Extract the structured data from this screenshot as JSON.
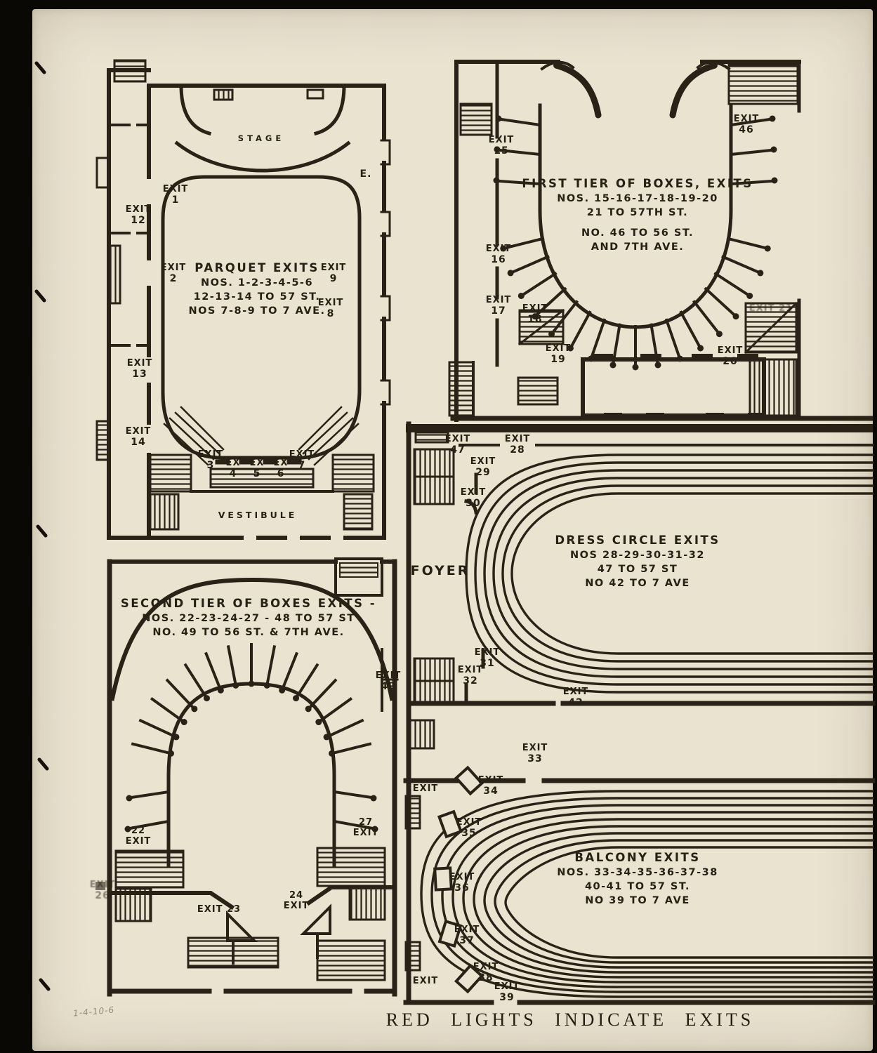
{
  "plans": {
    "parquet": {
      "title": "Parquet Exits",
      "lines": [
        "Nos. 1-2-3-4-5-6",
        "12-13-14 To 57 St.",
        "Nos 7-8-9 To 7 Ave."
      ],
      "stage": "Stage",
      "vestibule": "Vestibule",
      "door_label": "E.",
      "exits": {
        "e1": [
          "Exit",
          "1"
        ],
        "e2": [
          "Exit",
          "2"
        ],
        "e3": [
          "Exit",
          "3"
        ],
        "e4": [
          "Ex",
          "4"
        ],
        "e5": [
          "Ex",
          "5"
        ],
        "e6": [
          "Ex",
          "6"
        ],
        "e7": [
          "Exit",
          "7"
        ],
        "e8": [
          "Exit",
          "8"
        ],
        "e9": [
          "Exit",
          "9"
        ],
        "e12": [
          "Exit",
          "12"
        ],
        "e13": [
          "Exit",
          "13"
        ],
        "e14": [
          "Exit",
          "14"
        ]
      }
    },
    "first_tier": {
      "title": "First Tier of Boxes, Exits",
      "lines": [
        "Nos. 15-16-17-18-19-20",
        "21 To 57th St.",
        "No. 46 To 56 St.",
        "and 7th Ave."
      ],
      "exits": {
        "e15": [
          "Exit",
          "15"
        ],
        "e16": [
          "Exit",
          "16"
        ],
        "e17": [
          "Exit",
          "17"
        ],
        "e18": [
          "Exit",
          "18"
        ],
        "e19": [
          "Exit",
          "19"
        ],
        "e20": [
          "Exit",
          "20"
        ],
        "e21": "Exit 21",
        "e46": [
          "Exit",
          "46"
        ]
      }
    },
    "dress_circle": {
      "title": "Dress Circle Exits",
      "lines": [
        "Nos 28-29-30-31-32",
        "47 To 57 St",
        "No 42 To 7 Ave"
      ],
      "foyer": "Foyer",
      "exits": {
        "e28": [
          "Exit",
          "28"
        ],
        "e29": [
          "Exit",
          "29"
        ],
        "e30": [
          "Exit",
          "30"
        ],
        "e31": [
          "Exit",
          "31"
        ],
        "e32": [
          "Exit",
          "32"
        ],
        "e42": [
          "Exit",
          "42"
        ],
        "e47": [
          "Exit",
          "47"
        ]
      }
    },
    "second_tier": {
      "title": "Second Tier of Boxes Exits -",
      "lines": [
        "Nos. 22-23-24-27 - 48 To 57 St",
        "No. 49 To 56 St. & 7th Ave."
      ],
      "exits": {
        "e22": [
          "22",
          "Exit"
        ],
        "e23": "Exit 23",
        "e24": [
          "24",
          "Exit"
        ],
        "e26": [
          "Exit",
          "26"
        ],
        "e27": [
          "27",
          "Exit"
        ],
        "e49": [
          "Exit",
          "49"
        ]
      }
    },
    "balcony": {
      "title": "Balcony Exits",
      "lines": [
        "Nos. 33-34-35-36-37-38",
        "40-41 To 57 St.",
        "No 39 To 7 Ave"
      ],
      "exits": {
        "e33": [
          "Exit",
          "33"
        ],
        "e34": [
          "Exit",
          "34"
        ],
        "e35": [
          "Exit",
          "35"
        ],
        "e36": [
          "Exit",
          "36"
        ],
        "e37": [
          "Exit",
          "37"
        ],
        "e38": [
          "Exit",
          "38"
        ],
        "e39": [
          "Exit",
          "39"
        ],
        "side_upper": "Exit",
        "side_lower": "Exit"
      }
    }
  },
  "footer": {
    "caption": "RED LIGHTS INDICATE EXITS",
    "handwritten_note": "1-4-10-6"
  },
  "colors": {
    "ink": "#2a2217",
    "paper": "#eae3d0"
  }
}
